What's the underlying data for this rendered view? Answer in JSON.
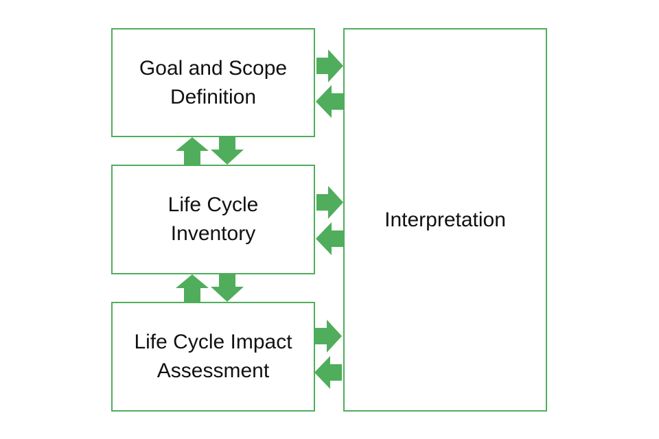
{
  "diagram": {
    "accent_color": "#4fad5b",
    "stages": {
      "goal_scope": "Goal and Scope\nDefinition",
      "inventory": "Life Cycle\nInventory",
      "impact_assessment": "Life Cycle Impact\nAssessment",
      "interpretation": "Interpretation"
    }
  }
}
